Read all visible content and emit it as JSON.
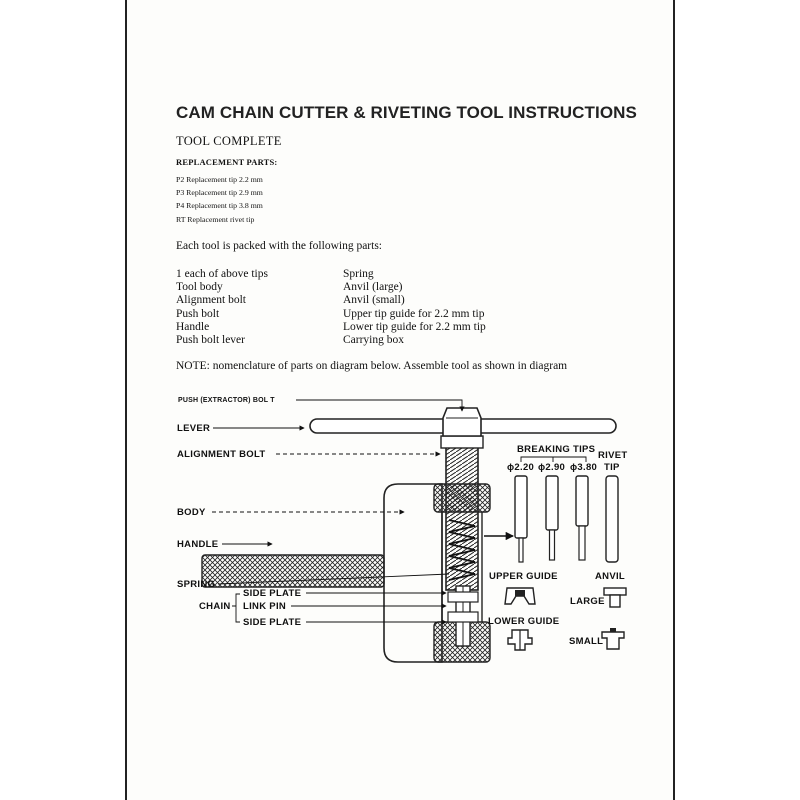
{
  "document": {
    "title": "CAM CHAIN CUTTER & RIVETING TOOL INSTRUCTIONS",
    "subtitle": "TOOL COMPLETE",
    "replacement_heading": "REPLACEMENT PARTS:",
    "replacement_parts": [
      "P2 Replacement tip 2.2 mm",
      "P3 Replacement tip 2.9 mm",
      "P4 Replacement tip 3.8 mm",
      "RT Replacement rivet tip"
    ],
    "packed_intro": "Each tool is packed with the following parts:",
    "parts_left": [
      "1 each of above tips",
      "Tool body",
      "Alignment bolt",
      "Push bolt",
      "Handle",
      "Push bolt lever"
    ],
    "parts_right": [
      "Spring",
      "Anvil (large)",
      "Anvil (small)",
      "Upper tip guide for 2.2 mm tip",
      "Lower tip guide for 2.2 mm tip",
      "Carrying box"
    ],
    "note": "NOTE: nomenclature of parts on diagram below. Assemble tool as shown in diagram"
  },
  "diagram": {
    "labels": {
      "push_bolt": "PUSH (EXTRACTOR) BOL T",
      "lever": "LEVER",
      "alignment_bolt": "ALIGNMENT BOLT",
      "body": "BODY",
      "handle": "HANDLE",
      "spring": "SPRING",
      "chain": "CHAIN",
      "side_plate_top": "SIDE PLATE",
      "link_pin": "LINK PIN",
      "side_plate_bottom": "SIDE PLATE",
      "breaking_tips": "BREAKING TIPS",
      "tip_220": "ϕ2.20",
      "tip_290": "ϕ2.90",
      "tip_380": "ϕ3.80",
      "rivet": "RIVET",
      "tip": "TIP",
      "upper_guide": "UPPER GUIDE",
      "lower_guide": "LOWER GUIDE",
      "anvil": "ANVIL",
      "large": "LARGE",
      "small": "SMALL"
    }
  }
}
